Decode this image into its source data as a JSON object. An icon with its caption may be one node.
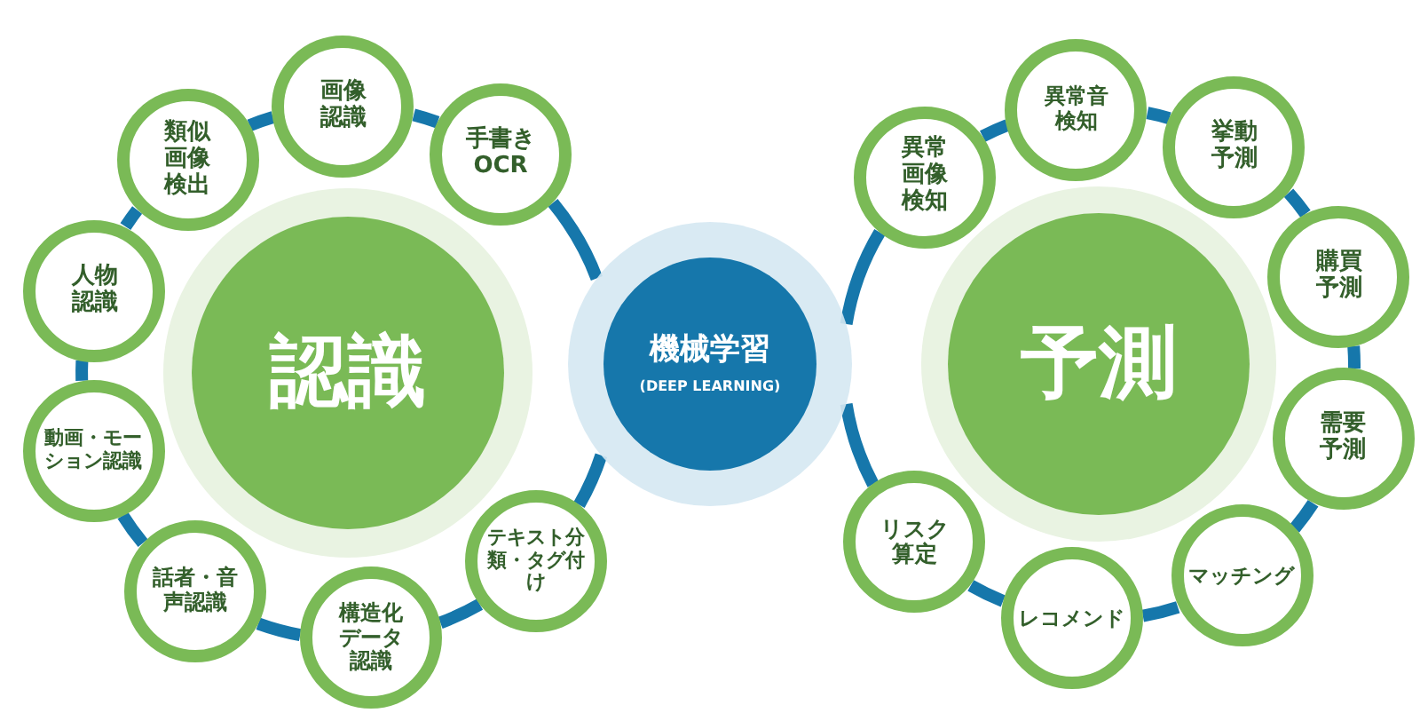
{
  "diagram": {
    "nodes": [
      {
        "text": [
          "認識"
        ]
      },
      {
        "text": [
          "画像認識"
        ]
      },
      {
        "text": [
          "手書きOCR"
        ]
      },
      {
        "text": [
          "類似画像検出"
        ]
      },
      {
        "text": [
          "人物認識"
        ]
      },
      {
        "text": [
          "動画・モーション認識"
        ]
      },
      {
        "text": [
          "話者・音声認識"
        ]
      },
      {
        "text": [
          "構造化データ認識"
        ]
      },
      {
        "text": [
          "テキスト分類・タグ付け"
        ]
      },
      {
        "text": [
          "機械学習",
          "(DEEP LEARNING)"
        ]
      },
      {
        "text": [
          "予測"
        ]
      },
      {
        "text": [
          "異常画像検知"
        ]
      },
      {
        "text": [
          "異常音検知"
        ]
      },
      {
        "text": [
          "挙動予測"
        ]
      },
      {
        "text": [
          "購買予測"
        ]
      },
      {
        "text": [
          "需要予測"
        ]
      },
      {
        "text": [
          "マッチング"
        ]
      },
      {
        "text": [
          "レコメンド"
        ]
      },
      {
        "text": [
          "リスク算定"
        ]
      }
    ],
    "edges": [
      {
        "from": 9,
        "to": 2,
        "arrow": "none"
      },
      {
        "from": 2,
        "to": 1,
        "arrow": "none"
      },
      {
        "from": 1,
        "to": 3,
        "arrow": "none"
      },
      {
        "from": 3,
        "to": 4,
        "arrow": "none"
      },
      {
        "from": 4,
        "to": 5,
        "arrow": "none"
      },
      {
        "from": 5,
        "to": 6,
        "arrow": "none"
      },
      {
        "from": 6,
        "to": 7,
        "arrow": "none"
      },
      {
        "from": 7,
        "to": 8,
        "arrow": "none"
      },
      {
        "from": 8,
        "to": 9,
        "arrow": "none"
      },
      {
        "from": 9,
        "to": 11,
        "arrow": "none"
      },
      {
        "from": 11,
        "to": 12,
        "arrow": "none"
      },
      {
        "from": 12,
        "to": 13,
        "arrow": "none"
      },
      {
        "from": 13,
        "to": 14,
        "arrow": "none"
      },
      {
        "from": 14,
        "to": 15,
        "arrow": "none"
      },
      {
        "from": 15,
        "to": 16,
        "arrow": "none"
      },
      {
        "from": 16,
        "to": 17,
        "arrow": "none"
      },
      {
        "from": 17,
        "to": 18,
        "arrow": "none"
      },
      {
        "from": 18,
        "to": 9,
        "arrow": "none"
      }
    ]
  }
}
